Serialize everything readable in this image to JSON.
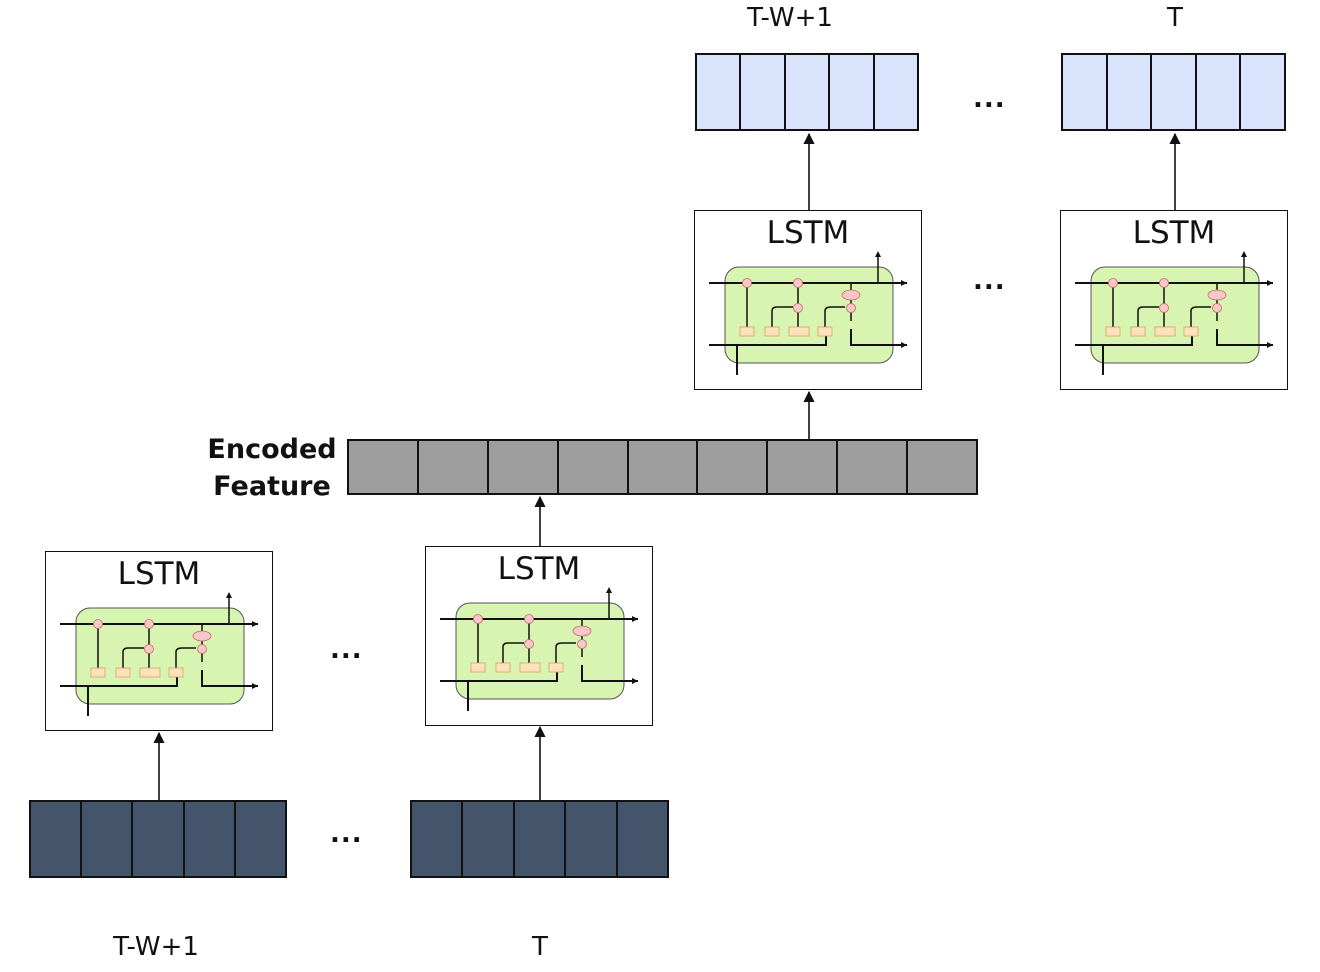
{
  "labels": {
    "bottom_left": "T-W+1",
    "bottom_right": "T",
    "top_left": "T-W+1",
    "top_right": "T"
  },
  "lstm_label": "LSTM",
  "ellipsis": "...",
  "encoded_feature": {
    "line1": "Encoded",
    "line2": "Feature"
  },
  "colors": {
    "input_cells": "#44546a",
    "output_cells": "#dae3fc",
    "feature_cells": "#9e9e9e",
    "lstm_cell_bg": "#d7f5b0",
    "gate_fill": "#f8c8c8"
  }
}
